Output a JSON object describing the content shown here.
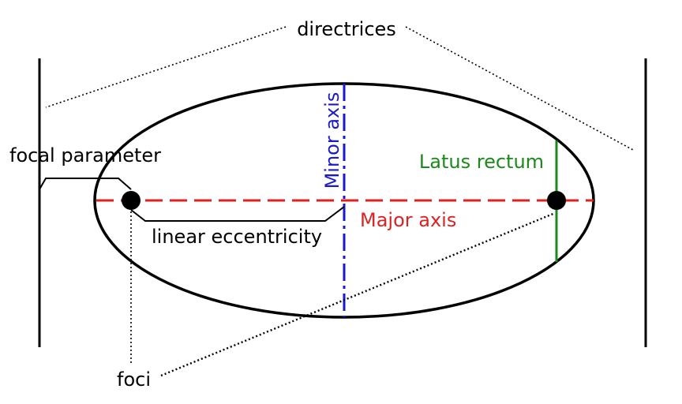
{
  "labels": {
    "directrices": "directrices",
    "focal_parameter": "focal parameter",
    "minor_axis": "Minor axis",
    "latus_rectum": "Latus rectum",
    "major_axis": "Major axis",
    "linear_eccentricity": "linear eccentricity",
    "foci": "foci"
  },
  "colors": {
    "outline": "#000000",
    "major_axis": "#dd2222",
    "minor_axis": "#1a1acc",
    "latus_rectum": "#1a8a1a"
  }
}
